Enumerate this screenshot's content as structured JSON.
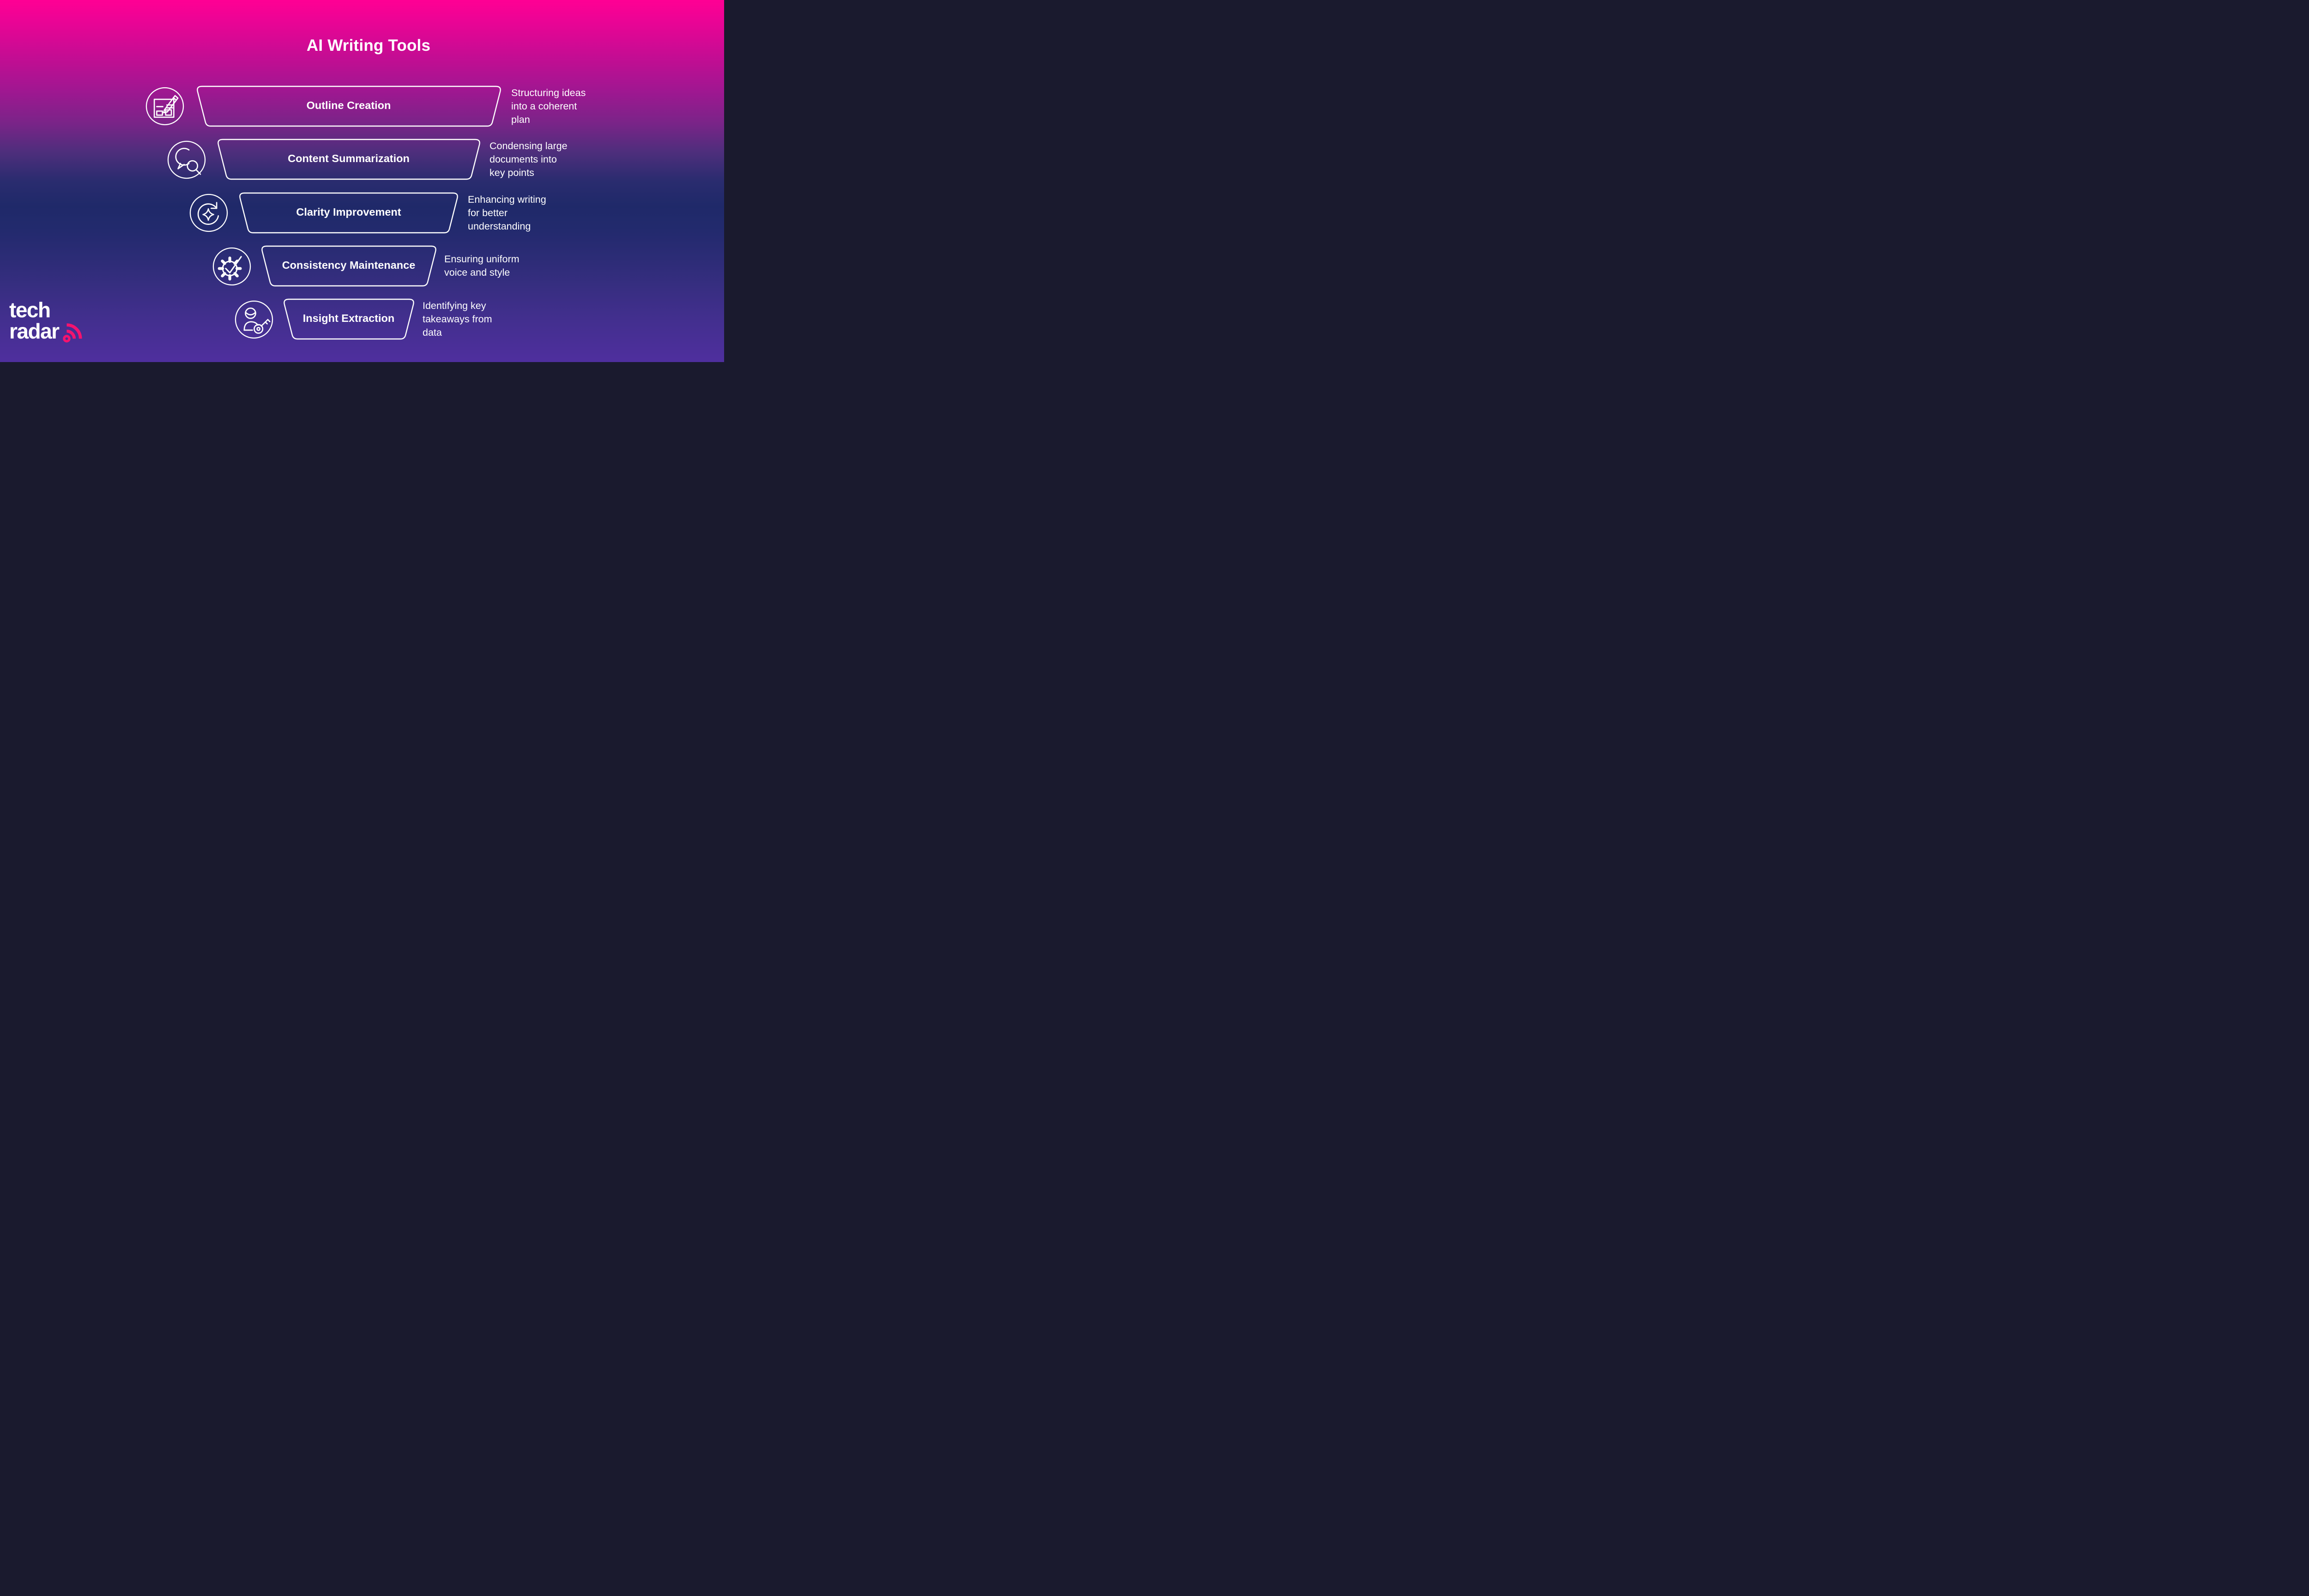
{
  "title": "AI Writing Tools",
  "brand": {
    "name_line1": "tech",
    "name_line2": "radar",
    "logo_accent_color": "#F5136E"
  },
  "colors": {
    "gradient_top": "#FF0094",
    "gradient_middle": "#1F2969",
    "gradient_bottom": "#4F2F9E",
    "outline_stroke": "#FFFFFF",
    "text": "#FFFFFF"
  },
  "chart_data": {
    "type": "funnel",
    "title": "AI Writing Tools",
    "orientation": "top-widest",
    "legend_position": "none",
    "levels": [
      {
        "label": "Outline Creation",
        "description": "Structuring ideas into a coherent plan",
        "desc_lines": [
          "Structuring ideas",
          "into a coherent",
          "plan"
        ],
        "icon": "document-pencil-icon"
      },
      {
        "label": "Content Summarization",
        "description": "Condensing large documents into key points",
        "desc_lines": [
          "Condensing large",
          "documents into",
          "key points"
        ],
        "icon": "speech-bubble-magnifier-icon"
      },
      {
        "label": "Clarity Improvement",
        "description": "Enhancing writing for better understanding",
        "desc_lines": [
          "Enhancing writing",
          "for better",
          "understanding"
        ],
        "icon": "refresh-sparkle-icon"
      },
      {
        "label": "Consistency Maintenance",
        "description": "Ensuring uniform voice and style",
        "desc_lines": [
          "Ensuring uniform",
          "voice and style"
        ],
        "icon": "gear-check-icon"
      },
      {
        "label": "Insight Extraction",
        "description": "Identifying key takeaways from data",
        "desc_lines": [
          "Identifying key",
          "takeaways from",
          "data"
        ],
        "icon": "person-key-icon"
      }
    ]
  }
}
